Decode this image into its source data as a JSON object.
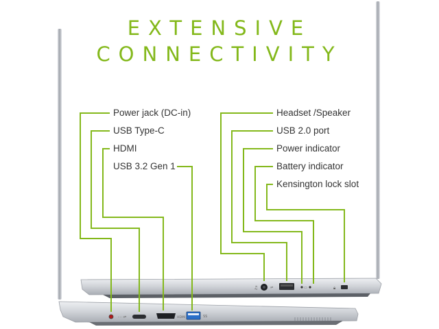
{
  "title": {
    "line1": "EXTENSIVE",
    "line2": "CONNECTIVITY"
  },
  "colors": {
    "accent": "#83b81a",
    "label_text": "#333333",
    "laptop_silver": "#c9ccd1",
    "port_blue": "#2a6fc9",
    "power_jack_red": "#b01a1a"
  },
  "left_ports": [
    {
      "label": "Power jack (DC-in)"
    },
    {
      "label": "USB Type-C"
    },
    {
      "label": "HDMI"
    },
    {
      "label": "USB 3.2 Gen 1"
    }
  ],
  "right_ports": [
    {
      "label": "Headset /Speaker"
    },
    {
      "label": "USB 2.0 port"
    },
    {
      "label": "Power indicator"
    },
    {
      "label": "Battery indicator"
    },
    {
      "label": "Kensington lock slot"
    }
  ]
}
